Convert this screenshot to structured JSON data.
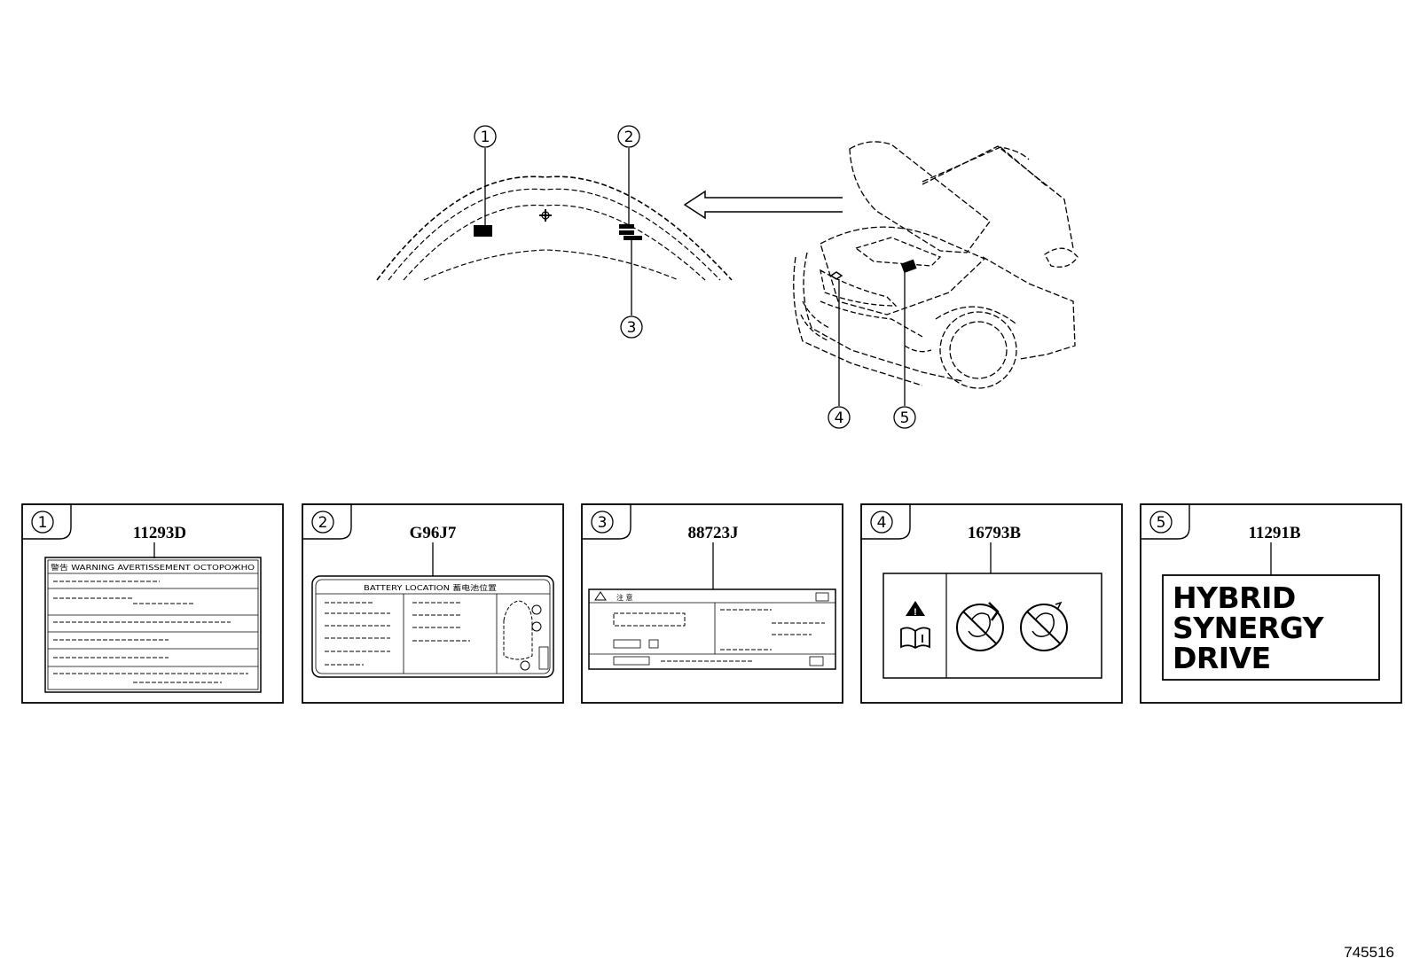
{
  "callouts": [
    "①",
    "②",
    "③",
    "④",
    "⑤"
  ],
  "labels": [
    {
      "index": "①",
      "part_number": "11293D",
      "text": "警告 WARNING AVERTISSEMENT ОСТОРОЖНО"
    },
    {
      "index": "②",
      "part_number": "G96J7",
      "text": "BATTERY LOCATION 蓄电池位置"
    },
    {
      "index": "③",
      "part_number": "88723J",
      "text": "注 意"
    },
    {
      "index": "④",
      "part_number": "16793B"
    },
    {
      "index": "⑤",
      "part_number": "11291B",
      "lines": [
        "HYBRID",
        "SYNERGY",
        "DRIVE"
      ]
    }
  ],
  "figure_id": "745516"
}
